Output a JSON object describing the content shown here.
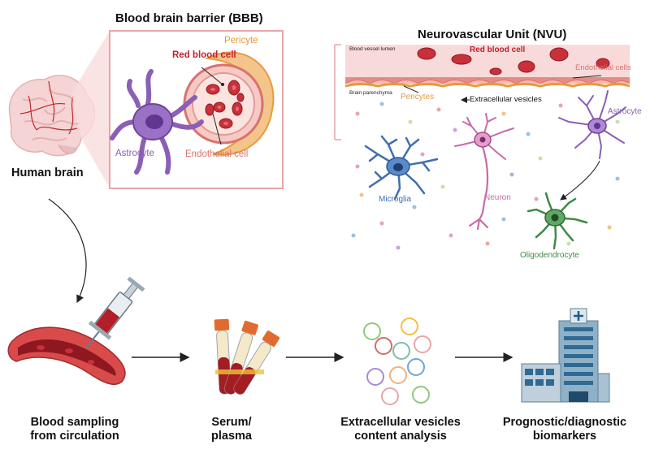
{
  "bbb": {
    "title": "Blood brain barrier (BBB)",
    "labels": {
      "pericyte": "Pericyte",
      "red_blood_cell": "Red blood cell",
      "astrocyte": "Astrocyte",
      "endothelial_cell": "Endothelial cell"
    }
  },
  "brain": {
    "label": "Human brain"
  },
  "nvu": {
    "title": "Neurovascular Unit (NVU)",
    "labels": {
      "blood_vessel_lumen": "Blood vessel lumen",
      "red_blood_cell": "Red blood cell",
      "endothelial_cells": "Endothelial cells",
      "brain_parenchyma": "Brain parenchyma",
      "pericytes": "Pericytes",
      "extracellular_vesicles": "Extracellular vesicles",
      "astrocyte": "Astrocyte",
      "microglia": "Microglia",
      "neuron": "Neuron",
      "oligodendrocyte": "Oligodendrocyte"
    }
  },
  "workflow": {
    "step1": {
      "line1": "Blood sampling",
      "line2": "from circulation"
    },
    "step2": {
      "line1": "Serum/",
      "line2": "plasma"
    },
    "step3": {
      "line1": "Extracellular vesicles",
      "line2": "content analysis"
    },
    "step4": {
      "line1": "Prognostic/diagnostic",
      "line2": "biomarkers"
    }
  },
  "colors": {
    "astrocyte": "#8b5fb5",
    "pericyte": "#e89a3c",
    "endothelial": "#d9726e",
    "red_blood_cell": "#c2222d",
    "microglia": "#3e6fb0",
    "neuron": "#c86aa8",
    "oligodendrocyte": "#3f8a45"
  }
}
